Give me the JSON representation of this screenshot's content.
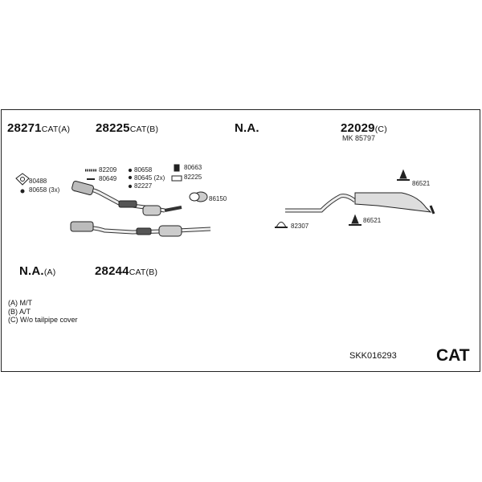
{
  "header_refs": [
    {
      "pn": "28271",
      "suffix": "CAT(A)"
    },
    {
      "pn": "28225",
      "suffix": "CAT(B)"
    },
    {
      "pn": "N.A.",
      "suffix": ""
    },
    {
      "pn": "22029",
      "suffix": "(C)"
    }
  ],
  "mk_ref": "MK  85797",
  "bottom_refs": [
    {
      "pn": "N.A.",
      "suffix": "(A)"
    },
    {
      "pn": "28244",
      "suffix": "CAT(B)"
    }
  ],
  "part_labels": {
    "p80488": "80488",
    "p80658_3x": "80658 (3x)",
    "p82209": "82209",
    "p80649": "80649",
    "p80658": "80658",
    "p80645_2x": "80645 (2x)",
    "p82227": "82227",
    "p80663": "80663",
    "p82225": "82225",
    "p86150": "86150",
    "p86521_a": "86521",
    "p86521_b": "86521",
    "p82307": "82307"
  },
  "legend": [
    "(A) M/T",
    "(B) A/T",
    "(C) W/o tailpipe cover"
  ],
  "kit_code": "SKK016293",
  "kit_type": "CAT"
}
